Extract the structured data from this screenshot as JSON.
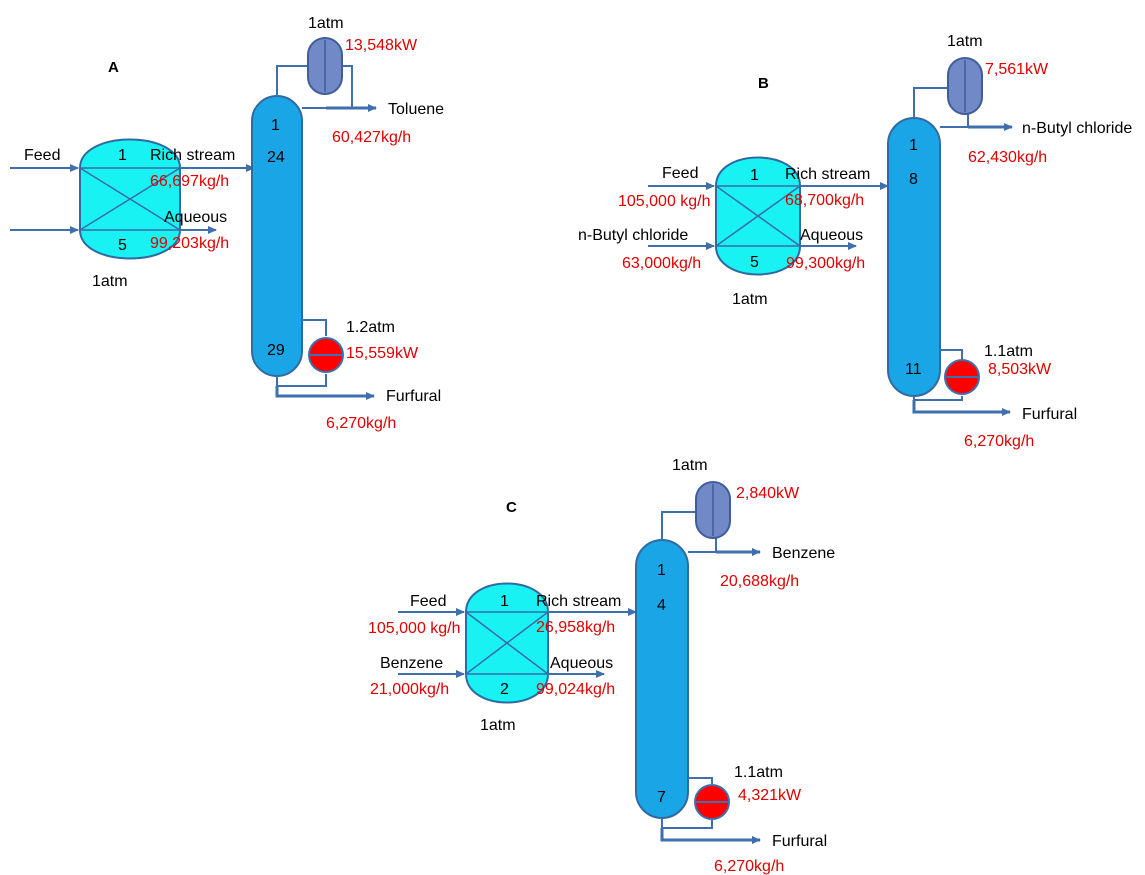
{
  "colors": {
    "column": "#1aa6e6",
    "extractor": "#19f2f2",
    "condenser": "#7189c6",
    "reboiler": "#ff0000",
    "flow_values": "#e00000",
    "pipes": "#3f6fae"
  },
  "icons": {
    "extractor": "liquid-liquid-extractor",
    "column": "distillation-column",
    "condenser": "condenser-drum",
    "reboiler": "reboiler"
  },
  "panels": [
    {
      "id": "A",
      "label": "A",
      "feed_label": "Feed",
      "feed_flow": "",
      "solvent_label": "",
      "solvent_flow": "",
      "extractor_top_stage": "1",
      "extractor_bottom_stage": "5",
      "extractor_pressure": "1atm",
      "rich_label": "Rich stream",
      "rich_flow": "66,697kg/h",
      "aqueous_label": "Aqueous",
      "aqueous_flow": "99,203kg/h",
      "column_top_stage": "1",
      "column_feed_stage": "24",
      "column_bottom_stage": "29",
      "condenser_pressure": "1atm",
      "condenser_duty": "13,548kW",
      "distillate_label": "Toluene",
      "distillate_flow": "60,427kg/h",
      "reboiler_pressure": "1.2atm",
      "reboiler_duty": "15,559kW",
      "bottoms_label": "Furfural",
      "bottoms_flow": "6,270kg/h"
    },
    {
      "id": "B",
      "label": "B",
      "feed_label": "Feed",
      "feed_flow": "105,000 kg/h",
      "solvent_label": "n-Butyl chloride",
      "solvent_flow": "63,000kg/h",
      "extractor_top_stage": "1",
      "extractor_bottom_stage": "5",
      "extractor_pressure": "1atm",
      "rich_label": "Rich stream",
      "rich_flow": "68,700kg/h",
      "aqueous_label": "Aqueous",
      "aqueous_flow": "99,300kg/h",
      "column_top_stage": "1",
      "column_feed_stage": "8",
      "column_bottom_stage": "11",
      "condenser_pressure": "1atm",
      "condenser_duty": "7,561kW",
      "distillate_label": "n-Butyl chloride",
      "distillate_flow": "62,430kg/h",
      "reboiler_pressure": "1.1atm",
      "reboiler_duty": "8,503kW",
      "bottoms_label": "Furfural",
      "bottoms_flow": "6,270kg/h"
    },
    {
      "id": "C",
      "label": "C",
      "feed_label": "Feed",
      "feed_flow": "105,000 kg/h",
      "solvent_label": "Benzene",
      "solvent_flow": "21,000kg/h",
      "extractor_top_stage": "1",
      "extractor_bottom_stage": "2",
      "extractor_pressure": "1atm",
      "rich_label": "Rich stream",
      "rich_flow": "26,958kg/h",
      "aqueous_label": "Aqueous",
      "aqueous_flow": "99,024kg/h",
      "column_top_stage": "1",
      "column_feed_stage": "4",
      "column_bottom_stage": "7",
      "condenser_pressure": "1atm",
      "condenser_duty": "2,840kW",
      "distillate_label": "Benzene",
      "distillate_flow": "20,688kg/h",
      "reboiler_pressure": "1.1atm",
      "reboiler_duty": "4,321kW",
      "bottoms_label": "Furfural",
      "bottoms_flow": "6,270kg/h"
    }
  ]
}
